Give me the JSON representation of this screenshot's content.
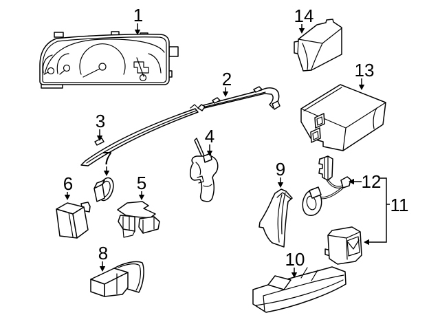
{
  "figure": {
    "type": "exploded-parts-diagram",
    "background_color": "#ffffff",
    "line_color": "#000000"
  },
  "callouts": [
    {
      "label": "1"
    },
    {
      "label": "2"
    },
    {
      "label": "3"
    },
    {
      "label": "4"
    },
    {
      "label": "5"
    },
    {
      "label": "6"
    },
    {
      "label": "7"
    },
    {
      "label": "8"
    },
    {
      "label": "9"
    },
    {
      "label": "10"
    },
    {
      "label": "11"
    },
    {
      "label": "12"
    },
    {
      "label": "13"
    },
    {
      "label": "14"
    }
  ]
}
